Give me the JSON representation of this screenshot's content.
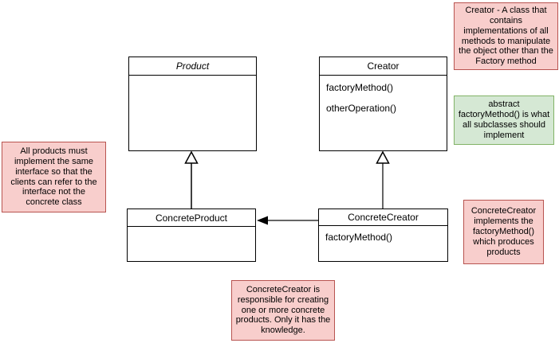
{
  "classes": {
    "product": {
      "name": "Product",
      "abstract": true,
      "methods": []
    },
    "creator": {
      "name": "Creator",
      "methods": [
        "factoryMethod()",
        "otherOperation()"
      ]
    },
    "concrete_product": {
      "name": "ConcreteProduct",
      "methods": []
    },
    "concrete_creator": {
      "name": "ConcreteCreator",
      "methods": [
        "factoryMethod()"
      ]
    }
  },
  "notes": {
    "creator_note": {
      "text": "Creator - A class that contains implementations of all methods to manipulate the object other than the Factory method",
      "color": "pink"
    },
    "abstract_note": {
      "text": "abstract factoryMethod() is what all subclasses should implement",
      "color": "green"
    },
    "products_note": {
      "text": "All products must implement the same interface so that the clients can refer to the interface not the concrete class",
      "color": "pink"
    },
    "concrete_creator_note": {
      "text": "ConcreteCreator implements the factoryMethod() which produces products",
      "color": "pink"
    },
    "responsibility_note": {
      "text": "ConcreteCreator is responsible for creating one or more concrete products. Only it has the knowledge.",
      "color": "pink"
    }
  },
  "connectors": [
    {
      "name": "concreteproduct-extends-product",
      "type": "inheritance",
      "style": "solid black line, hollow triangle at Product"
    },
    {
      "name": "concretecreator-extends-creator",
      "type": "inheritance",
      "style": "gray line, hollow triangle at Creator"
    },
    {
      "name": "concretecreator-creates-concreteproduct",
      "type": "dependency",
      "style": "gray line, solid black arrowhead at ConcreteProduct"
    }
  ],
  "colors": {
    "note_pink_fill": "#f8cecc",
    "note_pink_border": "#b85450",
    "note_green_fill": "#d5e8d4",
    "note_green_border": "#82b366",
    "class_border": "#000000",
    "connector_gray": "#666666"
  }
}
